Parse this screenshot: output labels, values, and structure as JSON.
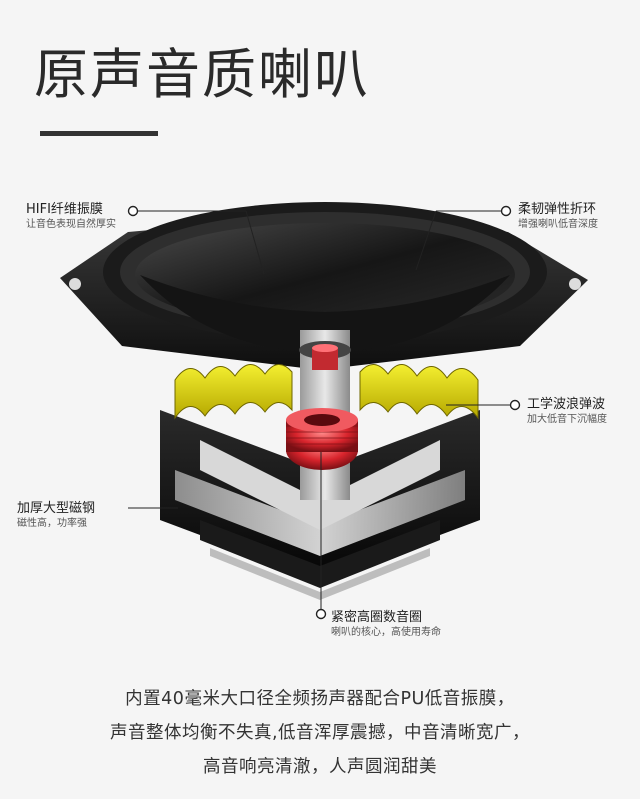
{
  "title": "原声音质喇叭",
  "callouts": {
    "diaphragm": {
      "head": "HIFI纤维振膜",
      "sub": "让音色表现自然厚实"
    },
    "surround": {
      "head": "柔韧弹性折环",
      "sub": "增强喇叭低音深度"
    },
    "damper": {
      "head": "工学波浪弹波",
      "sub": "加大低音下沉幅度"
    },
    "magnet": {
      "head": "加厚大型磁钢",
      "sub": "磁性高，功率强"
    },
    "coil": {
      "head": "紧密高圈数音圈",
      "sub": "喇叭的核心，高使用寿命"
    }
  },
  "description": {
    "line1": "内置40毫米大口径全频扬声器配合PU低音振膜，",
    "line2": "声音整体均衡不失真,低音浑厚震撼，中音清晰宽广，",
    "line3": "高音响亮清澈，人声圆润甜美"
  },
  "colors": {
    "damper": "#e8e000",
    "coil": "#d8242c",
    "background": "#f5f5f5"
  }
}
